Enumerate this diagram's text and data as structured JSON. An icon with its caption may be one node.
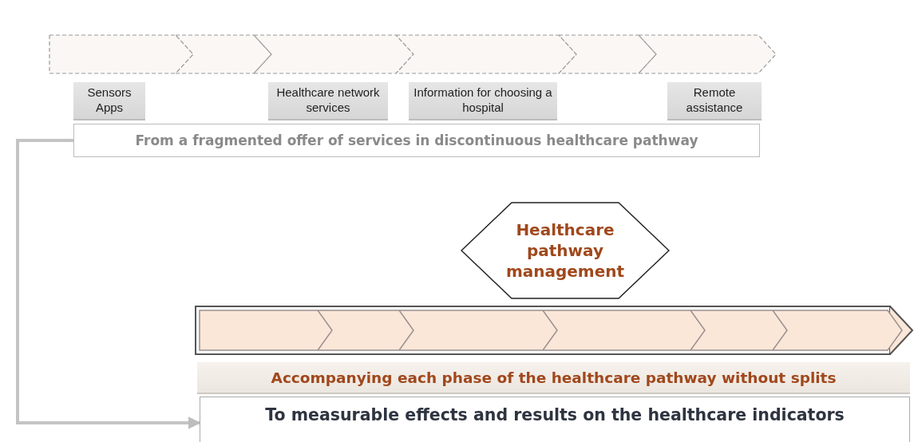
{
  "diagram": {
    "nodes": [
      {
        "text": [
          "Sensors Apps"
        ]
      },
      {
        "text": [
          "Healthcare network services"
        ]
      },
      {
        "text": [
          "Information for choosing a hospital"
        ]
      },
      {
        "text": [
          "Remote assistance"
        ]
      },
      {
        "text": [
          "From a fragmented offer of services in discontinuous healthcare pathway"
        ]
      },
      {
        "text": [
          "Healthcare pathway management"
        ]
      },
      {
        "text": [
          "Accompanying each phase of the healthcare pathway without splits"
        ]
      },
      {
        "text": [
          "To measurable effects and results on the healthcare indicators"
        ]
      }
    ],
    "edges": [
      {
        "from": 4,
        "to": 7,
        "arrow": "to"
      }
    ]
  }
}
